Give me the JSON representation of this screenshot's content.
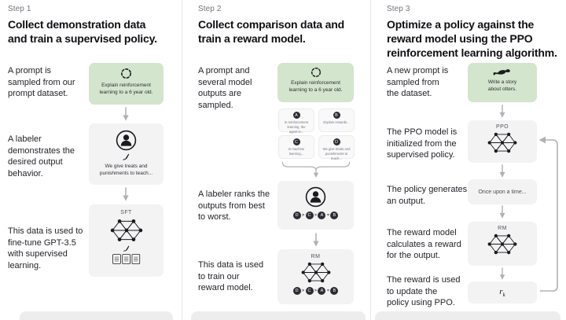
{
  "colors": {
    "green_card": "#d3e5cd",
    "gray_card": "#f3f3f4",
    "node_dark": "#1a1a1f",
    "arrow_gray": "#b0b0b6"
  },
  "step1": {
    "label": "Step 1",
    "heading": "Collect demonstration data\nand train a supervised policy.",
    "text_prompt": "A prompt is\nsampled from our\nprompt dataset.",
    "prompt_card_text": "Explain reinforcement\nlearning to a 6 year old.",
    "text_labeler": "A labeler\ndemonstrates the\ndesired output\nbehavior.",
    "labeler_card_text": "We give treats and\npunishments to teach...",
    "text_finetune": "This data is used to\nfine-tune GPT-3.5\nwith supervised\nlearning.",
    "sft_title": "SFT"
  },
  "step2": {
    "label": "Step 2",
    "heading": "Collect comparison data and\ntrain a reward model.",
    "text_prompt": "A prompt and\nseveral model\noutputs are\nsampled.",
    "prompt_card_text": "Explain reinforcement\nlearning to a 6 year old.",
    "outputs": [
      {
        "letter": "A",
        "text": "In reinforcement\nlearning, the\nagent is..."
      },
      {
        "letter": "B",
        "text": "Explain rewards..."
      },
      {
        "letter": "C",
        "text": "In machine\nlearning..."
      },
      {
        "letter": "D",
        "text": "We give treats and\npunishments to\nteach..."
      }
    ],
    "text_rank": "A labeler ranks the\noutputs from best\nto worst.",
    "ranking_seq": [
      "D",
      ">",
      "C",
      ">",
      "A",
      "=",
      "B"
    ],
    "text_train": "This data is used\nto train our\nreward model.",
    "rm_title": "RM"
  },
  "step3": {
    "label": "Step 3",
    "heading": "Optimize a policy against the\nreward model using the PPO\nreinforcement learning algorithm.",
    "text_prompt": "A new prompt is\nsampled from\nthe dataset.",
    "prompt_card_text": "Write a story\nabout otters.",
    "text_ppo": "The PPO model is\ninitialized from the\nsupervised policy.",
    "ppo_title": "PPO",
    "text_output": "The policy generates\nan output.",
    "output_card_text": "Once upon a time...",
    "text_reward": "The reward model\ncalculates a reward\nfor the output.",
    "rm_title": "RM",
    "text_update": "The reward is used\nto update the\npolicy using PPO.",
    "reward_var": "r",
    "reward_var_sub": "k"
  }
}
